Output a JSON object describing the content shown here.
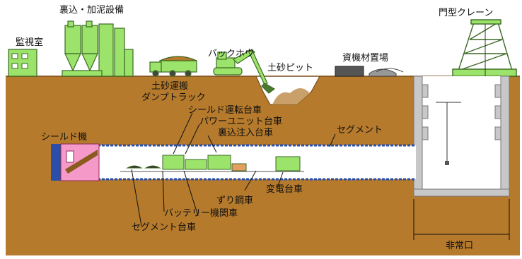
{
  "labels": {
    "monitoring_room": "監視室",
    "backfill_plant": "裏込・加泥設備",
    "backhoe": "バックホウ",
    "gantry_crane": "門型クレーン",
    "materials_yard": "資機材置場",
    "soil_pit": "土砂ピット",
    "dump_truck": "土砂運搬\nダンプトラック",
    "shield_machine": "シールド機",
    "shield_operation_car": "シールド運転台車",
    "power_unit_car": "パワーユニット台車",
    "backfill_injection_car": "裏込注入台車",
    "segment": "セグメント",
    "substation_car": "変電台車",
    "muck_car": "ずり鋼車",
    "battery_locomotive": "バッテリー機関車",
    "segment_car": "セグメント台車",
    "emergency_exit": "非常口"
  },
  "colors": {
    "soil": "#b57a2c",
    "soil_dark": "#8a5a1e",
    "sky": "#ffffff",
    "tunnel": "#ffffff",
    "segment_ring": "#2b4fa8",
    "equipment_green": "#9be36a",
    "equipment_dark": "#4a7a30",
    "shaft_gray": "#c8c8c8",
    "machine_pink": "#f59ac8"
  }
}
